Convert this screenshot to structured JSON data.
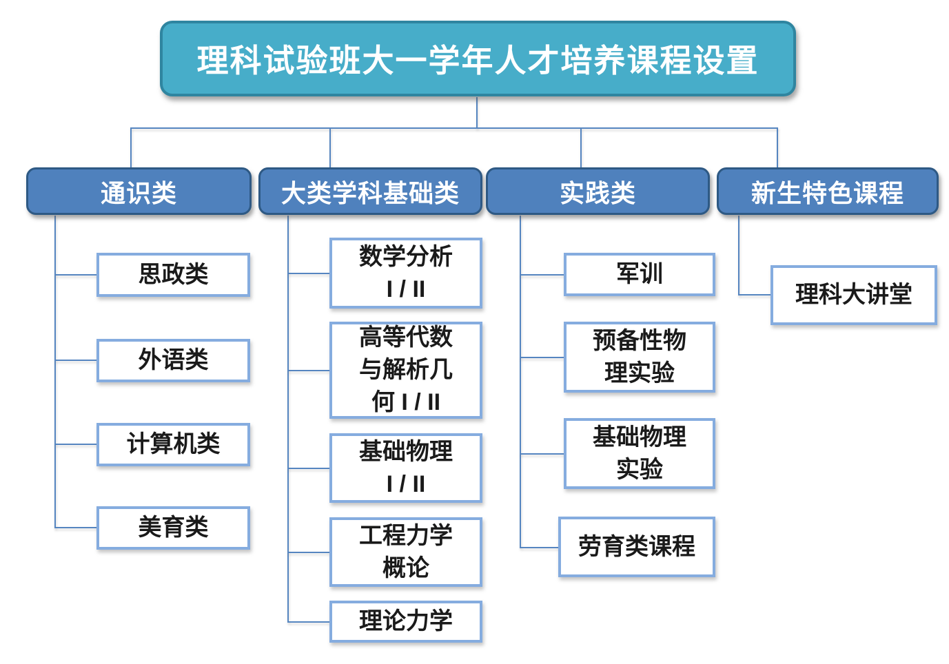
{
  "title": "理科试验班大一学年人才培养课程设置",
  "colors": {
    "title_fill": "#47ADC9",
    "title_border": "#2F85A0",
    "group_fill": "#4F81BD",
    "group_border": "#2E5984",
    "leaf_fill": "#FFFFFF",
    "leaf_border": "#85ACDF",
    "connector": "#5585C0",
    "leaf_text": "#1A1A1A",
    "background": "#FFFFFF"
  },
  "groups": [
    {
      "label": "通识类",
      "children": [
        "思政类",
        "外语类",
        "计算机类",
        "美育类"
      ]
    },
    {
      "label": "大类学科基础类",
      "children": [
        "数学分析\nI / II",
        "高等代数\n与解析几\n何 I / II",
        "基础物理\nI / II",
        "工程力学\n概论",
        "理论力学"
      ]
    },
    {
      "label": "实践类",
      "children": [
        "军训",
        "预备性物\n理实验",
        "基础物理\n实验",
        "劳育类课程"
      ]
    },
    {
      "label": "新生特色课程",
      "children": [
        "理科大讲堂"
      ]
    }
  ]
}
